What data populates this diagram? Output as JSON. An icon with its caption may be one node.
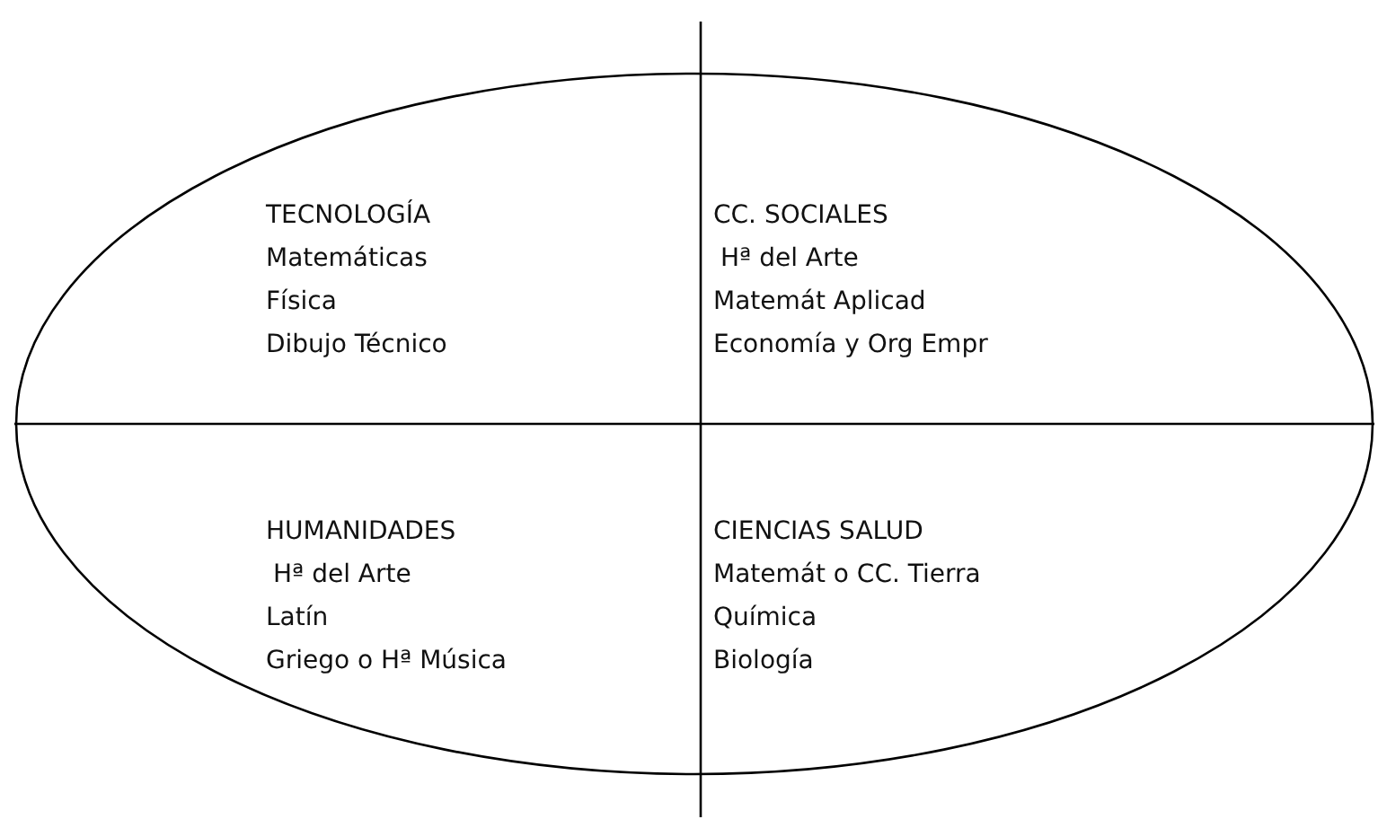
{
  "diagram": {
    "nodes": [
      {
        "text": [],
        "shape": "ellipse"
      },
      {
        "text": [
          "TECNOLOGÍA",
          "Matemáticas",
          "Física",
          "Dibujo Técnico"
        ],
        "in": 0
      },
      {
        "text": [
          "CC. SOCIALES",
          "Hª del Arte",
          "Matemát Aplicad",
          "Economía y Org Empr"
        ],
        "in": 0
      },
      {
        "text": [
          "HUMANIDADES",
          "Hª del Arte",
          "Latín",
          "Griego o Hª Música"
        ],
        "in": 0
      },
      {
        "text": [
          "CIENCIAS SALUD",
          "Matemát o CC. Tierra",
          "Química",
          "Biología"
        ],
        "in": 0
      }
    ],
    "edges": []
  }
}
